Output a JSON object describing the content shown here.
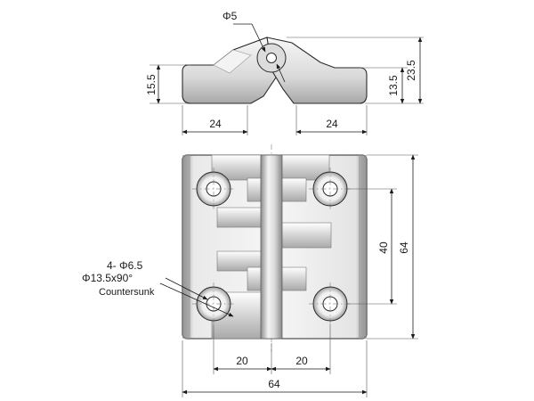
{
  "drawing": {
    "side_view": {
      "pin_diameter": "Φ5",
      "height_left": "15.5",
      "height_right_inner": "13.5",
      "height_right_outer": "23.5",
      "width_left": "24",
      "width_right": "24"
    },
    "front_view": {
      "hole_spacing_vertical": "40",
      "total_height": "64",
      "hole_note_count": "4- Φ6.5",
      "hole_note_countersink": "Φ13.5x90°",
      "hole_note_type": "Countersunk",
      "hole_offset_left": "20",
      "hole_offset_right": "20",
      "total_width": "64"
    }
  },
  "colors": {
    "metal_light": "#f0f0f0",
    "metal_mid": "#d2d2d2",
    "metal_dark": "#9a9a9a",
    "line": "#1a1a1a"
  }
}
